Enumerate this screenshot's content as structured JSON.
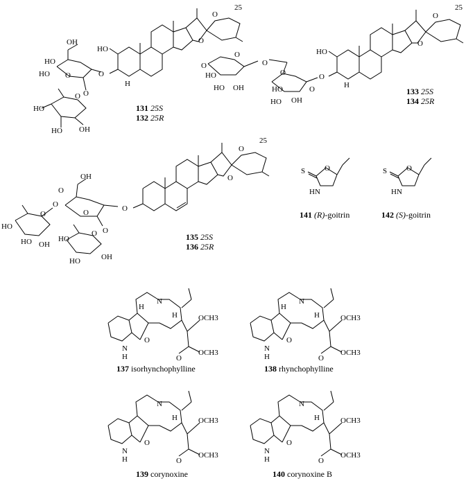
{
  "compounds": [
    {
      "id": "131",
      "config": "25S"
    },
    {
      "id": "132",
      "config": "25R"
    },
    {
      "id": "133",
      "config": "25S"
    },
    {
      "id": "134",
      "config": "25R"
    },
    {
      "id": "135",
      "config": "25S"
    },
    {
      "id": "136",
      "config": "25R"
    },
    {
      "id": "137",
      "name": "isorhynchophylline"
    },
    {
      "id": "138",
      "name": "rhynchophylline"
    },
    {
      "id": "139",
      "name": "corynoxine"
    },
    {
      "id": "140",
      "name": "corynoxine B"
    },
    {
      "id": "141",
      "prefix": "(R)-",
      "name": "goitrin"
    },
    {
      "id": "142",
      "prefix": "(S)-",
      "name": "goitrin"
    }
  ],
  "atoms": {
    "oh": "OH",
    "ho": "HO",
    "o": "O",
    "h": "H",
    "n": "N",
    "hn": "HN",
    "s": "S",
    "och3": "OCH3",
    "c25": "25"
  }
}
